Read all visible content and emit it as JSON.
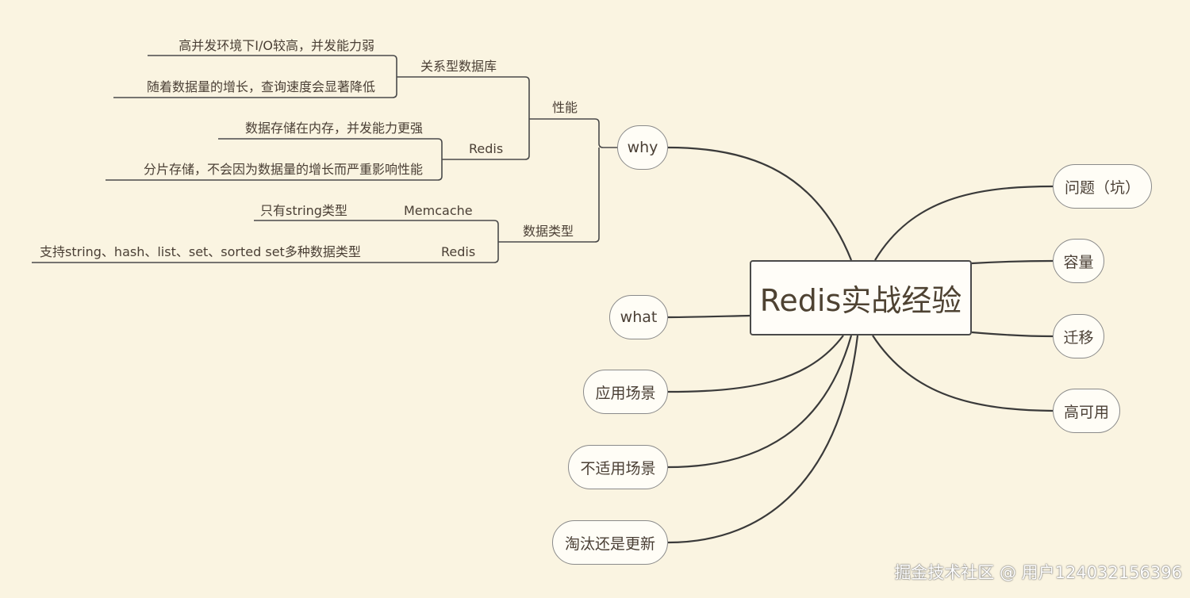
{
  "center": "Redis实战经验",
  "right_nodes": [
    "问题（坑）",
    "容量",
    "迁移",
    "高可用"
  ],
  "left_nodes": [
    "why",
    "what",
    "应用场景",
    "不适用场景",
    "淘汰还是更新"
  ],
  "why": {
    "performance": {
      "label": "性能",
      "relational": {
        "label": "关系型数据库",
        "items": [
          "高并发环境下I/O较高，并发能力弱",
          "随着数据量的增长，查询速度会显著降低"
        ]
      },
      "redis": {
        "label": "Redis",
        "items": [
          "数据存储在内存，并发能力更强",
          "分片存储，不会因为数据量的增长而严重影响性能"
        ]
      }
    },
    "datatype": {
      "label": "数据类型",
      "memcache": {
        "label": "Memcache",
        "item": "只有string类型"
      },
      "redis": {
        "label": "Redis",
        "item": "支持string、hash、list、set、sorted set多种数据类型"
      }
    }
  },
  "watermark": "掘金技术社区 @ 用户124032156396",
  "colors": {
    "background": "#faf4e1",
    "line": "#3a3a3a",
    "text": "#4a3f35"
  }
}
